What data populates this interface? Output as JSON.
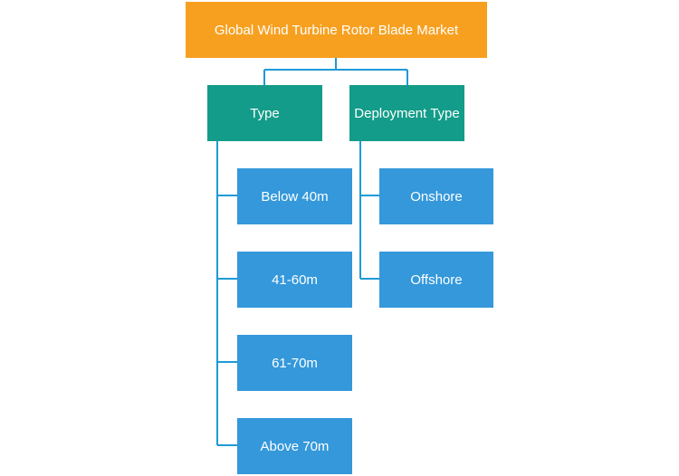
{
  "root": {
    "label": "Global Wind Turbine Rotor Blade Market"
  },
  "categories": [
    {
      "label": "Type",
      "children": [
        "Below 40m",
        "41-60m",
        "61-70m",
        "Above 70m"
      ]
    },
    {
      "label": "Deployment Type",
      "children": [
        "Onshore",
        "Offshore"
      ]
    }
  ],
  "colors": {
    "root": "#F7A020",
    "category": "#139C89",
    "leaf": "#3498DB",
    "connector": "#1E9AD6"
  }
}
